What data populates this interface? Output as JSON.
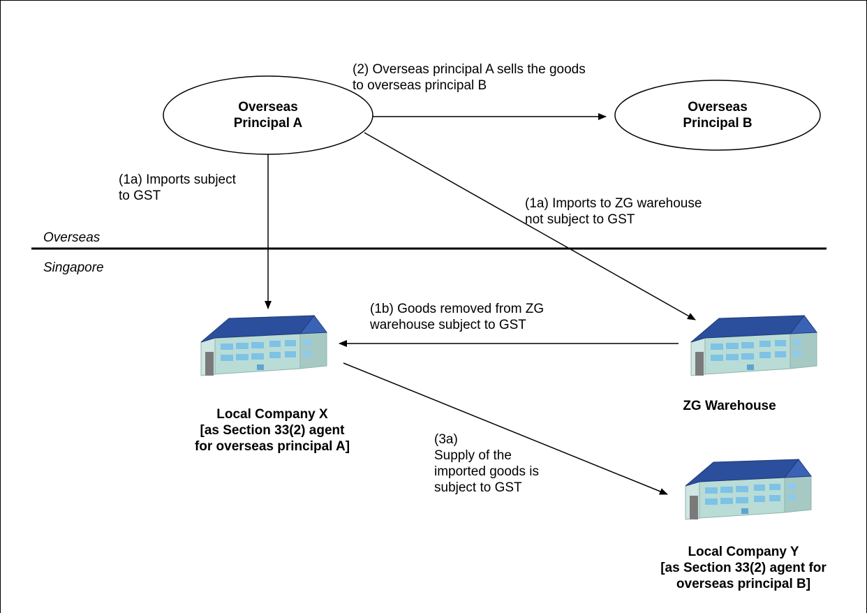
{
  "nodes": {
    "principal_a": "Overseas\nPrincipal A",
    "principal_b": "Overseas\nPrincipal B",
    "company_x": "Local Company X\n[as Section 33(2) agent\nfor overseas principal A]",
    "warehouse": "ZG Warehouse",
    "company_y": "Local Company Y\n[as Section 33(2) agent for\noverseas principal B]"
  },
  "regions": {
    "overseas": "Overseas",
    "singapore": "Singapore"
  },
  "edges": {
    "sale": "(2) Overseas principal A sells the goods\n     to overseas principal B",
    "import_gst": "(1a) Imports subject\n       to GST",
    "import_zg": "(1a) Imports to ZG warehouse\n       not subject to GST",
    "removal": "(1b)  Goods removed from ZG\n        warehouse subject to GST",
    "supply": "(3a)\nSupply of the\nimported goods is\nsubject to GST"
  },
  "colors": {
    "roof": "#2b4f9c",
    "wall": "#b9dcd6",
    "window": "#7ec2e6",
    "door": "#7a7a7a"
  }
}
